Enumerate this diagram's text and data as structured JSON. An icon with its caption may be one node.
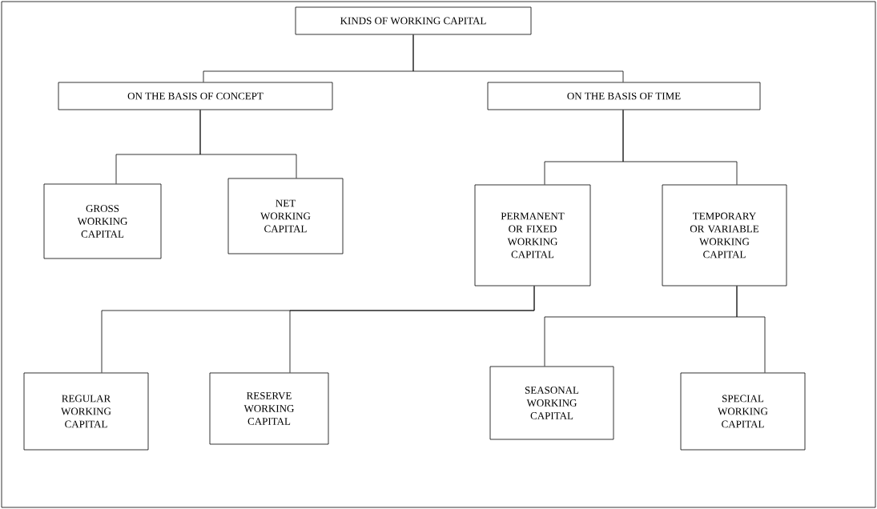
{
  "diagram": {
    "nodes": [
      {
        "text": [
          "KINDS OF WORKING CAPITAL"
        ]
      },
      {
        "text": [
          "ON THE BASIS OF CONCEPT"
        ]
      },
      {
        "text": [
          "ON THE BASIS OF TIME"
        ]
      },
      {
        "text": [
          "GROSS WORKING CAPITAL"
        ]
      },
      {
        "text": [
          "NET WORKING CAPITAL"
        ]
      },
      {
        "text": [
          "PERMANENT OR FIXED WORKING CAPITAL"
        ]
      },
      {
        "text": [
          "TEMPORARY OR VARIABLE WORKING CAPITAL"
        ]
      },
      {
        "text": [
          "REGULAR WORKING CAPITAL"
        ]
      },
      {
        "text": [
          "RESERVE WORKING CAPITAL"
        ]
      },
      {
        "text": [
          "SEASONAL WORKING CAPITAL"
        ]
      },
      {
        "text": [
          "SPECIAL WORKING CAPITAL"
        ]
      }
    ],
    "edges": [
      {
        "from": 0,
        "to": 1,
        "arrow": "none"
      },
      {
        "from": 0,
        "to": 2,
        "arrow": "none"
      },
      {
        "from": 1,
        "to": 3,
        "arrow": "none"
      },
      {
        "from": 1,
        "to": 4,
        "arrow": "none"
      },
      {
        "from": 2,
        "to": 5,
        "arrow": "none"
      },
      {
        "from": 2,
        "to": 6,
        "arrow": "none"
      },
      {
        "from": 5,
        "to": 7,
        "arrow": "none"
      },
      {
        "from": 5,
        "to": 8,
        "arrow": "none"
      },
      {
        "from": 6,
        "to": 9,
        "arrow": "none"
      },
      {
        "from": 6,
        "to": 10,
        "arrow": "none"
      }
    ]
  }
}
